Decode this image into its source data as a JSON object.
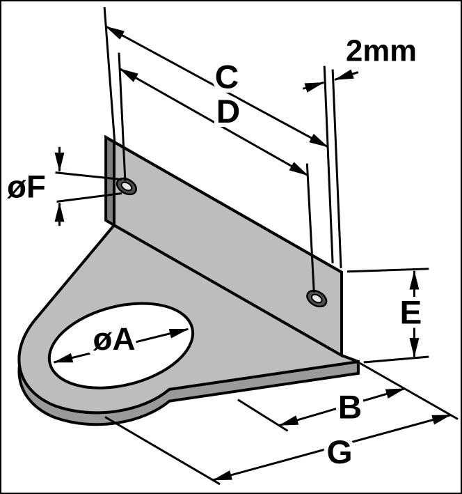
{
  "drawing": {
    "labels": {
      "c": "C",
      "d": "D",
      "thickness": "2mm",
      "hole_f": "øF",
      "hole_a": "øA",
      "e": "E",
      "b": "B",
      "g": "G"
    },
    "colors": {
      "outline": "#000000",
      "face": "#bdbdbd",
      "top_strip": "#a8a8a8",
      "end_sliver": "#7e7e7e",
      "base_band": "#9a9a9a",
      "hole_ring": "#4f4f4f",
      "hole_inner": "#e9e9e9",
      "background": "#ffffff"
    }
  }
}
